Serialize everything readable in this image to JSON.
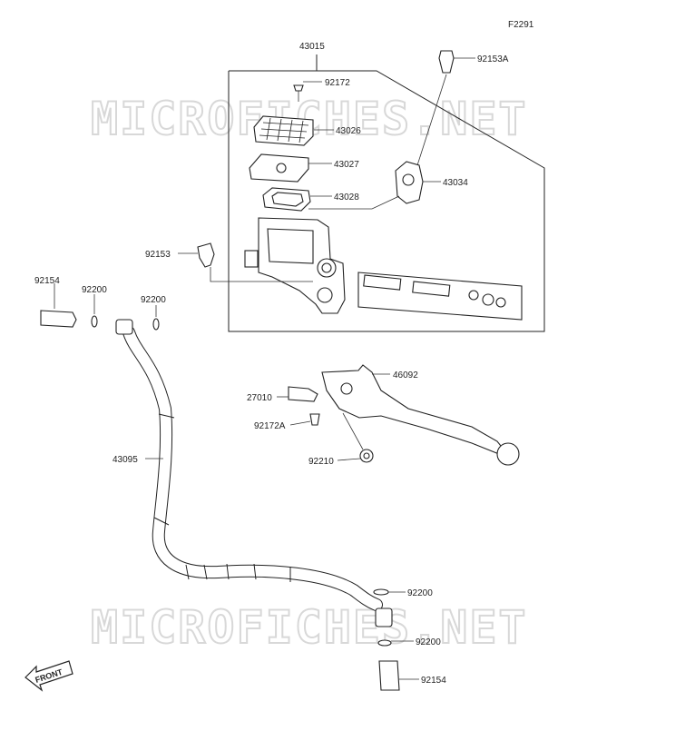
{
  "figure_code": "F2291",
  "watermark": "MICROFICHES.NET",
  "front_label": "FRONT",
  "labels": {
    "l43015": "43015",
    "l92153A": "92153A",
    "l92172": "92172",
    "l43026": "43026",
    "l43027": "43027",
    "l43028": "43028",
    "l43034": "43034",
    "l92153": "92153",
    "l92154a": "92154",
    "l92200a": "92200",
    "l92200b": "92200",
    "l46092": "46092",
    "l27010": "27010",
    "l92172A": "92172A",
    "l92210": "92210",
    "l43095": "43095",
    "l92200c": "92200",
    "l92200d": "92200",
    "l92154b": "92154"
  }
}
